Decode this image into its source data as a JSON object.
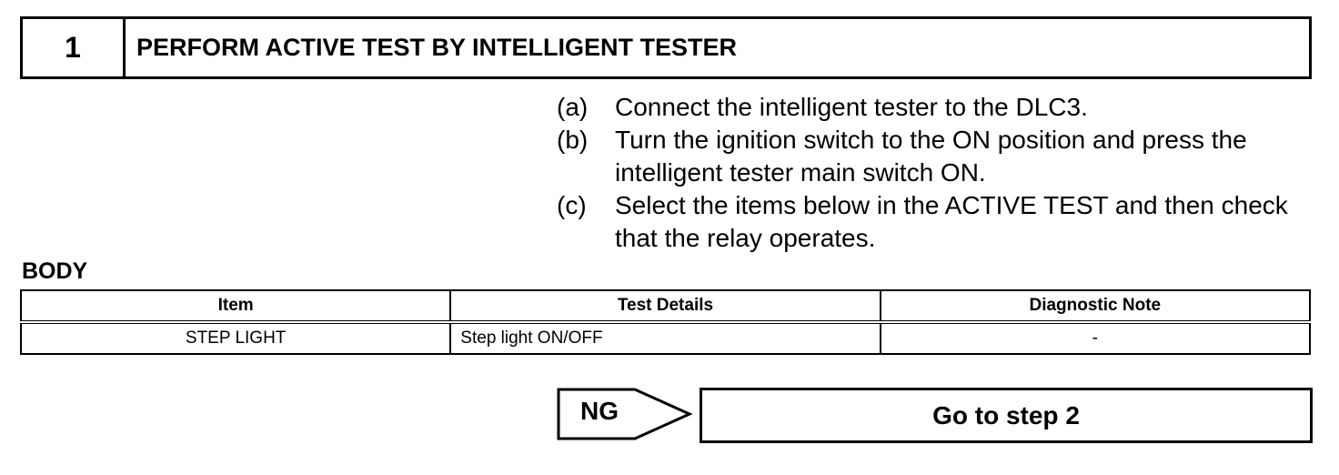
{
  "step": {
    "number": "1",
    "title": "PERFORM ACTIVE TEST BY INTELLIGENT TESTER"
  },
  "instructions": [
    {
      "label": "(a)",
      "text": "Connect the intelligent tester to the DLC3."
    },
    {
      "label": "(b)",
      "text": "Turn the ignition switch to the ON position and press the intelligent tester main switch ON."
    },
    {
      "label": "(c)",
      "text": "Select the items below in the ACTIVE TEST and then check that the relay operates."
    }
  ],
  "section": {
    "title": "BODY"
  },
  "table": {
    "headers": [
      "Item",
      "Test Details",
      "Diagnostic Note"
    ],
    "rows": [
      [
        "STEP LIGHT",
        "Step light ON/OFF",
        "-"
      ]
    ]
  },
  "result": {
    "condition": "NG",
    "action": "Go to step 2"
  }
}
